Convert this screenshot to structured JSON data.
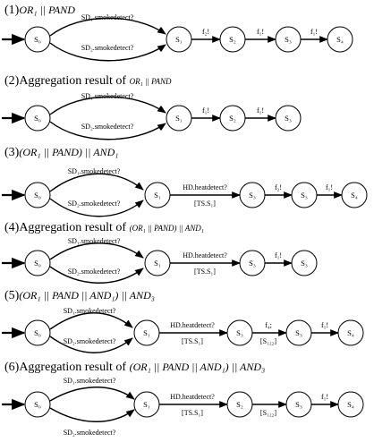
{
  "panels": [
    {
      "title_prefix": "(1)",
      "title_math": "OR₁ || PAND",
      "title_suffix": "",
      "nodes": [
        "S₀",
        "S₁",
        "S₂",
        "S₃",
        "S₄"
      ],
      "upper_label": "SD₁.smokedetect?",
      "lower_label": "SD₂.smokedetect?",
      "edges": [
        "f₂!",
        "f₁!",
        "f₁!"
      ],
      "edge_sub": [
        "",
        "",
        ""
      ]
    },
    {
      "title_prefix": "(2)Aggregation result of ",
      "title_math": "OR₁ || PAND",
      "title_suffix": "",
      "nodes": [
        "S₀",
        "S₁",
        "S₂",
        "S₃"
      ],
      "upper_label": "SD₁.smokedetect?",
      "lower_label": "SD₂.smokedetect?",
      "edges": [
        "f₁!",
        "f₁!"
      ],
      "edge_sub": [
        "",
        ""
      ]
    },
    {
      "title_prefix": "(3)",
      "title_math": "(OR₁ || PAND) || AND₁",
      "title_suffix": "",
      "nodes": [
        "S₀",
        "S₁",
        "S₃",
        "S₃",
        "S₄"
      ],
      "upper_label": "SD₁.smokedetect?",
      "lower_label": "SD₂.smokedetect?",
      "edges": [
        "HD.heatdetect?",
        "f₂!",
        "f₁!"
      ],
      "edge_sub": [
        "[TS.S₁]",
        "",
        ""
      ]
    },
    {
      "title_prefix": "(4)Aggregation result of ",
      "title_math": "(OR₁ || PAND) || AND₁",
      "title_suffix": "",
      "nodes": [
        "S₀",
        "S₁",
        "S₃",
        "S₃"
      ],
      "upper_label": "SD₁.smokedetect?",
      "lower_label": "SD₂.smokedetect?",
      "edges": [
        "HD.heatdetect?",
        "f₁!"
      ],
      "edge_sub": [
        "[TS.S₁]",
        ""
      ]
    },
    {
      "title_prefix": "(5)",
      "title_math": "(OR₁ || PAND || AND₁) || AND₃",
      "title_suffix": "",
      "nodes": [
        "S₀",
        "S₁",
        "S₃",
        "S₃",
        "S₄"
      ],
      "upper_label": "SD₁.smokedetect?",
      "lower_label": "SD₂.smokedetect?",
      "edges": [
        "HD.heatdetect?",
        "f₄;",
        "f₁!"
      ],
      "edge_sub": [
        "[TS.S₁]",
        "[S₁₂₂]",
        ""
      ]
    },
    {
      "title_prefix": "(6)Aggregation result of ",
      "title_math": "(OR₁ || PAND || AND₁) || AND₃",
      "title_suffix": "",
      "nodes": [
        "S₀",
        "S₁",
        "S₂",
        "S₃",
        "S₄"
      ],
      "upper_label": "SD₁.smokedetect?",
      "lower_label": "SD₂.smokedetect?",
      "edges": [
        "HD.heatdetect?",
        "",
        "f₁!"
      ],
      "edge_sub": [
        "[TS.S₁]",
        "[S₁₂₂]",
        ""
      ]
    }
  ]
}
